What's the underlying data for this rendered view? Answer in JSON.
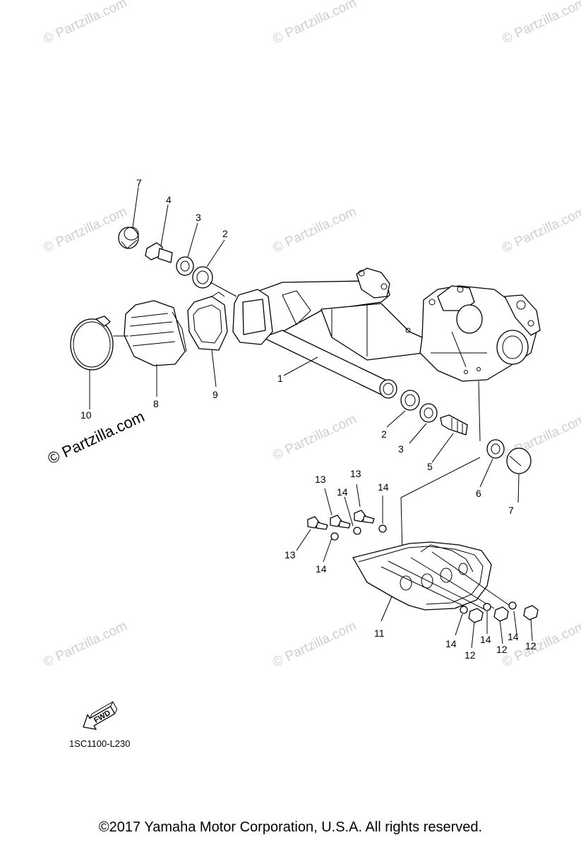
{
  "watermark_text": "© Partzilla.com",
  "callouts": [
    "1",
    "2",
    "2",
    "3",
    "3",
    "4",
    "5",
    "6",
    "7",
    "7",
    "8",
    "9",
    "10",
    "11",
    "12",
    "12",
    "12",
    "13",
    "13",
    "13",
    "14",
    "14",
    "14",
    "14",
    "14",
    "14"
  ],
  "diagram_ref": "1SC1100-L230",
  "fwd_label": "FWD",
  "copyright": "©2017  Yamaha Motor Corporation, U.S.A. All rights reserved."
}
